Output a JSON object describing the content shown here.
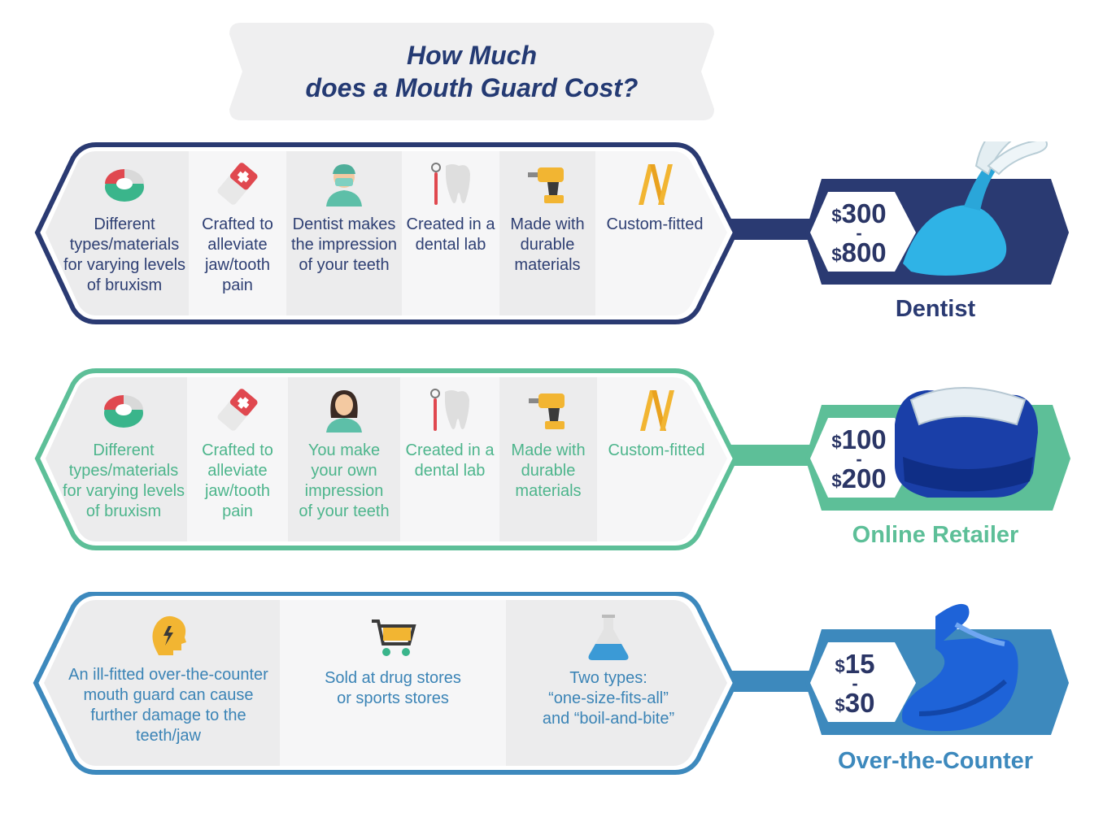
{
  "title": {
    "line1": "How Much",
    "line2": "does a Mouth Guard Cost?"
  },
  "colors": {
    "dentist": "#2a3a72",
    "online": "#5dbf98",
    "otc": "#3d89bd",
    "panel": "#ececed",
    "panel_alt": "#f6f6f7"
  },
  "rows": [
    {
      "id": "dentist",
      "label": "Dentist",
      "price": {
        "low": "300",
        "high": "800",
        "currency": "$",
        "dash": "-"
      },
      "cells": [
        {
          "icon": "chart-ring-icon",
          "lines": [
            "Different",
            "types/materials",
            "for varying levels",
            "of bruxism"
          ]
        },
        {
          "icon": "bandage-icon",
          "lines": [
            "Crafted to",
            "alleviate",
            "jaw/tooth",
            "pain"
          ]
        },
        {
          "icon": "dentist-icon",
          "lines": [
            "Dentist makes",
            "the impression",
            "of your teeth"
          ]
        },
        {
          "icon": "tooth-tool-icon",
          "lines": [
            "Created in a",
            "dental lab"
          ]
        },
        {
          "icon": "drill-icon",
          "lines": [
            "Made with",
            "durable",
            "materials"
          ]
        },
        {
          "icon": "ruler-icon",
          "lines": [
            "Custom-fitted"
          ]
        }
      ]
    },
    {
      "id": "online",
      "label": "Online Retailer",
      "price": {
        "low": "100",
        "high": "200",
        "currency": "$",
        "dash": "-"
      },
      "cells": [
        {
          "icon": "chart-ring-icon",
          "lines": [
            "Different",
            "types/materials",
            "for varying levels",
            "of bruxism"
          ]
        },
        {
          "icon": "bandage-icon",
          "lines": [
            "Crafted to",
            "alleviate",
            "jaw/tooth",
            "pain"
          ]
        },
        {
          "icon": "woman-icon",
          "lines": [
            "You make",
            "your own",
            "impression",
            "of your teeth"
          ]
        },
        {
          "icon": "tooth-tool-icon",
          "lines": [
            "Created in a",
            "dental lab"
          ]
        },
        {
          "icon": "drill-icon",
          "lines": [
            "Made with",
            "durable",
            "materials"
          ]
        },
        {
          "icon": "ruler-icon",
          "lines": [
            "Custom-fitted"
          ]
        }
      ]
    },
    {
      "id": "otc",
      "label": "Over-the-Counter",
      "price": {
        "low": "15",
        "high": "30",
        "currency": "$",
        "dash": "-"
      },
      "cells": [
        {
          "icon": "head-pain-icon",
          "lines": [
            "An ill-fitted over-the-counter",
            "mouth guard can cause",
            "further damage to the",
            "teeth/jaw"
          ]
        },
        {
          "icon": "cart-icon",
          "lines": [
            "Sold at drug stores",
            "or sports stores"
          ]
        },
        {
          "icon": "flask-icon",
          "lines": [
            "Two types:",
            "“one-size-fits-all”",
            "and “boil-and-bite”"
          ]
        }
      ]
    }
  ]
}
